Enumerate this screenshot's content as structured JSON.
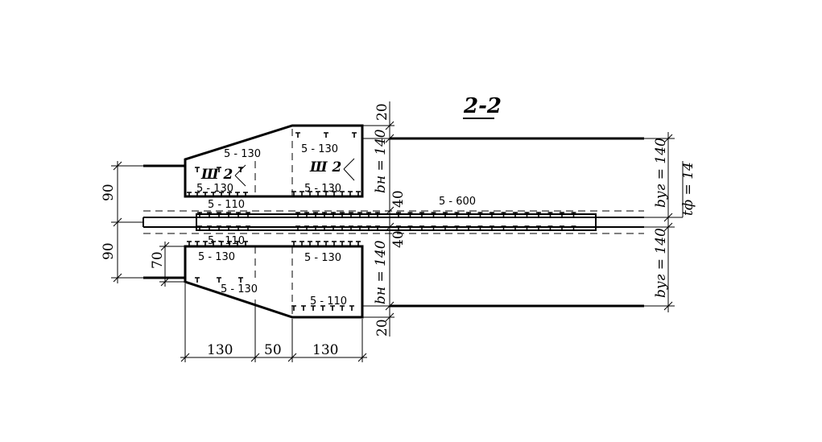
{
  "title": "2-2",
  "labels": {
    "shov_left": "Ш 2",
    "shov_right": "Ш 2",
    "weld_a": "5 - 130",
    "weld_b": "5 - 130",
    "weld_c": "5 - 130",
    "weld_d": "5 - 130",
    "weld_e": "5 - 110",
    "weld_f": "5 - 110",
    "weld_g": "5 - 130",
    "weld_h": "5 - 130",
    "weld_i": "5 - 130",
    "weld_j": "5 - 110",
    "weld_long": "5 - 600"
  },
  "dims": {
    "top_20": "20",
    "bot_20": "20",
    "bn_top": "bн = 140",
    "bn_bot": "bн = 140",
    "forty_top": "40",
    "forty_bot": "40",
    "left_90_top": "90",
    "left_90_bot": "90",
    "left_70": "70",
    "w_130a": "130",
    "w_50": "50",
    "w_130b": "130",
    "byg_top": "bуг = 140",
    "byg_bot": "bуг = 140",
    "tf": "tф = 14"
  }
}
